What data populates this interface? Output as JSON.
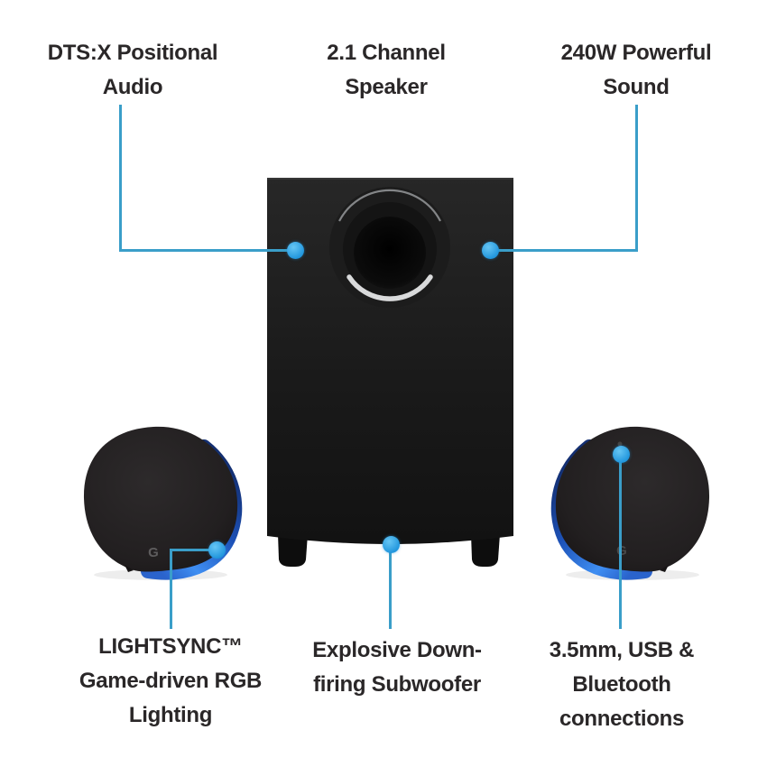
{
  "callouts": [
    {
      "id": "dtsx-positional-audio",
      "label": "DTS:X Positional\nAudio"
    },
    {
      "id": "channel-speaker",
      "label": "2.1 Channel\nSpeaker"
    },
    {
      "id": "powerful-sound",
      "label": "240W Powerful\nSound"
    },
    {
      "id": "lightsync-rgb-lighting",
      "label": "LIGHTSYNC™\nGame-driven RGB\nLighting"
    },
    {
      "id": "downfiring-subwoofer",
      "label": "Explosive Down-\nfiring Subwoofer"
    },
    {
      "id": "connections",
      "label": "3.5mm, USB &\nBluetooth\nconnections"
    }
  ],
  "icons": {
    "logo_glyph": "G"
  },
  "colors": {
    "text_color": "#2a2728",
    "accent_line": "#3a9ec9",
    "accent_dot": "#2196dd",
    "speaker_glow_blue": "#3f8ef2",
    "product_black": "#161414",
    "background": "#ffffff"
  }
}
